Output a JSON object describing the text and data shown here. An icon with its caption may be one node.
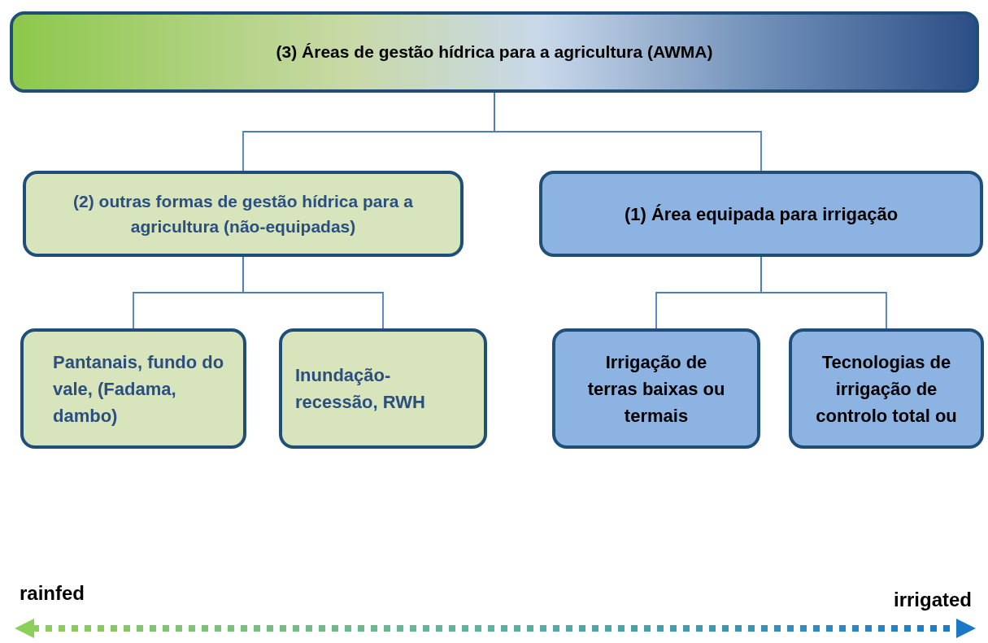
{
  "diagram": {
    "nodes": [
      {
        "text": [
          "(3) Áreas de gestão hídrica para a agricultura (AWMA)"
        ]
      },
      {
        "text": [
          "(2) outras formas de gestão hídrica para a agricultura (não-equipadas)"
        ]
      },
      {
        "text": [
          "(1) Área equipada para irrigação"
        ]
      },
      {
        "text": [
          "Pantanais, fundo do vale, (Fadama, dambo)"
        ]
      },
      {
        "text": [
          "Inundação-recessão, RWH"
        ]
      },
      {
        "text": [
          "Irrigação de terras baixas ou termais"
        ]
      },
      {
        "text": [
          "Tecnologias de irrigação de controlo total ou"
        ]
      }
    ],
    "edges": [
      {
        "from": 0,
        "to": 1,
        "arrow": "none"
      },
      {
        "from": 0,
        "to": 2,
        "arrow": "none"
      },
      {
        "from": 1,
        "to": 3,
        "arrow": "none"
      },
      {
        "from": 1,
        "to": 4,
        "arrow": "none"
      },
      {
        "from": 2,
        "to": 5,
        "arrow": "none"
      },
      {
        "from": 2,
        "to": 6,
        "arrow": "none"
      }
    ],
    "labels": [
      "rainfed",
      "irrigated"
    ]
  }
}
